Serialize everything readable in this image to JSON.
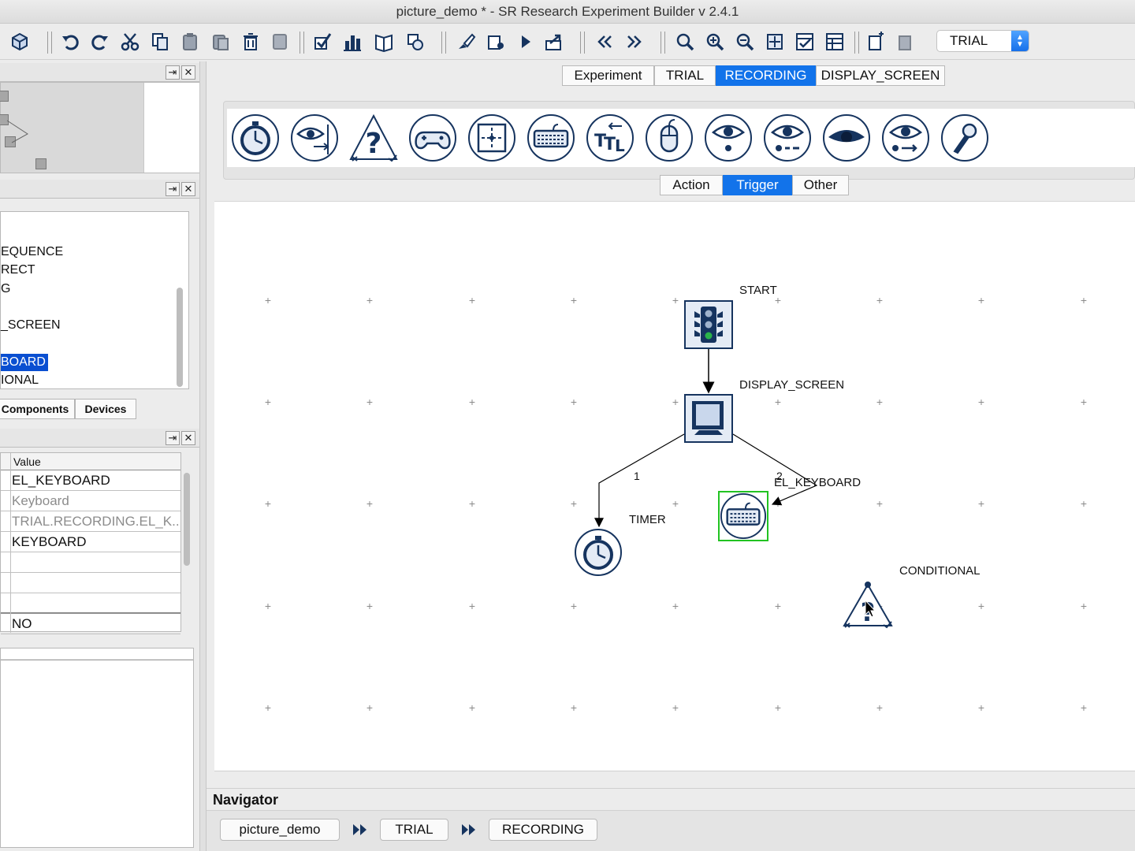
{
  "window": {
    "title": "picture_demo * - SR Research Experiment Builder v 2.4.1"
  },
  "toolbar": {
    "sequence_select": "TRIAL"
  },
  "components": {
    "items": [
      "EQUENCE",
      "RECT",
      "G",
      "_SCREEN",
      "BOARD",
      "IONAL"
    ],
    "selected_index": 4,
    "tabs": [
      "Components",
      "Devices"
    ]
  },
  "properties": {
    "header_value": "Value",
    "rows": [
      {
        "value": "EL_KEYBOARD",
        "muted": false
      },
      {
        "value": "Keyboard",
        "muted": true
      },
      {
        "value": "TRIAL.RECORDING.EL_K...",
        "muted": true
      },
      {
        "value": "KEYBOARD",
        "muted": false
      },
      {
        "value": "",
        "muted": false
      },
      {
        "value": "",
        "muted": false
      },
      {
        "value": "",
        "muted": false
      },
      {
        "value": "NO",
        "muted": false
      }
    ]
  },
  "main_tabs": [
    "Experiment",
    "TRIAL",
    "RECORDING",
    "DISPLAY_SCREEN"
  ],
  "main_tab_active": "RECORDING",
  "palette_tabs": [
    "Action",
    "Trigger",
    "Other"
  ],
  "palette_tab_active": "Trigger",
  "palette_icons": [
    "timer-trigger-icon",
    "invisible-boundary-icon",
    "conditional-trigger-icon",
    "cedrus-gamepad-icon",
    "ttl-grid-icon",
    "keyboard-trigger-icon",
    "ttl-trigger-icon",
    "mouse-trigger-icon",
    "fixation-trigger-icon",
    "saccade-trigger-icon",
    "eye-blink-icon",
    "sample-velocity-icon",
    "voice-key-icon"
  ],
  "flow": {
    "nodes": [
      {
        "id": "start",
        "label": "START",
        "icon": "traffic-light-icon"
      },
      {
        "id": "display",
        "label": "DISPLAY_SCREEN",
        "icon": "monitor-icon"
      },
      {
        "id": "timer",
        "label": "TIMER",
        "icon": "stopwatch-icon"
      },
      {
        "id": "keyboard",
        "label": "EL_KEYBOARD",
        "icon": "keyboard-icon",
        "selected": true
      },
      {
        "id": "conditional",
        "label": "CONDITIONAL",
        "icon": "conditional-icon"
      }
    ],
    "edge_labels": [
      "1",
      "2"
    ]
  },
  "navigator": {
    "title": "Navigator",
    "breadcrumbs": [
      "picture_demo",
      "TRIAL",
      "RECORDING"
    ]
  },
  "colors": {
    "accent": "#1273ea",
    "selection_green": "#22c322",
    "icon_navy": "#16345f"
  }
}
